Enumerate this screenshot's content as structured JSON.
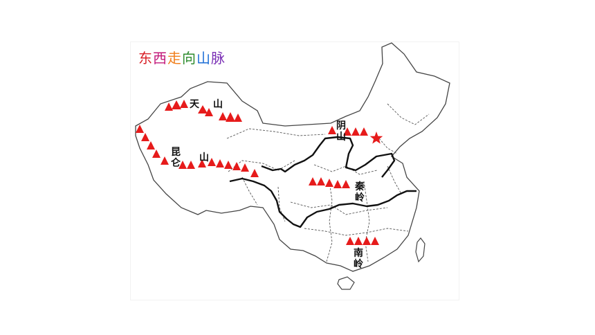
{
  "title": {
    "chars": [
      {
        "text": "东",
        "color": "#d81f26"
      },
      {
        "text": "西",
        "color": "#c2187a"
      },
      {
        "text": "走",
        "color": "#f07d1a"
      },
      {
        "text": "向",
        "color": "#2b8a2b"
      },
      {
        "text": "山",
        "color": "#1c6ed6"
      },
      {
        "text": "脉",
        "color": "#7a2fb5"
      }
    ]
  },
  "mountains": {
    "tianshan": "天山",
    "kunlun_1": "昆仑",
    "kunlun_2": "山",
    "yinshan": "阴山",
    "qinling": "秦岭",
    "nanling": "南岭"
  },
  "colors": {
    "mountain_symbol": "#e61b1b",
    "capital_star": "#e61b1b",
    "river": "#111111",
    "boundary": "#444444"
  },
  "icons": {
    "mountain": "triangle-peak-icon",
    "capital": "star-icon"
  }
}
